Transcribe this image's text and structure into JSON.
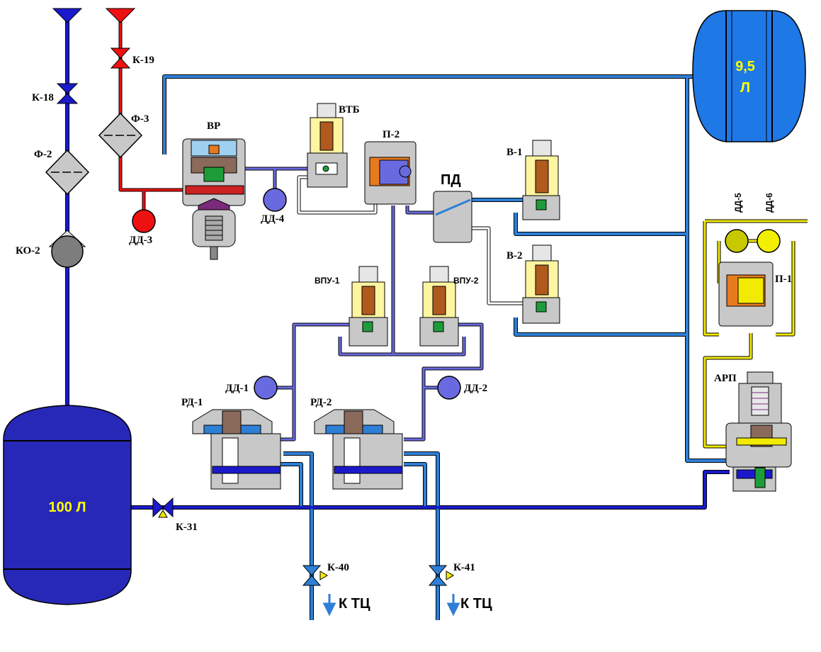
{
  "labels": {
    "k18": "К-18",
    "k19": "К-19",
    "f2": "Ф-2",
    "f3": "Ф-3",
    "ko2": "КО-2",
    "vr": "ВР",
    "dd3": "ДД-3",
    "dd4": "ДД-4",
    "vtb": "ВТБ",
    "p2": "П-2",
    "pd": "ПД",
    "v1": "В-1",
    "v2": "В-2",
    "vpu1": "ВПУ-1",
    "vpu2": "ВПУ-2",
    "dd1": "ДД-1",
    "dd2": "ДД-2",
    "rd1": "РД-1",
    "rd2": "РД-2",
    "dd5": "ДД-5",
    "dd6": "ДД-6",
    "p1": "П-1",
    "arp": "АРП",
    "k31": "К-31",
    "k40": "К-40",
    "k41": "К-41",
    "ktc1": "К ТЦ",
    "ktc2": "К ТЦ"
  },
  "tanks": {
    "main": "100 Л",
    "small_line1": "9,5",
    "small_line2": "Л"
  },
  "colors": {
    "supply_blue": "#1a1acc",
    "supply_red": "#ee1111",
    "line_light_blue": "#2e7fd6",
    "line_violet": "#5555cc",
    "line_yellow": "#e8e000",
    "tank_main": "#2828b8",
    "tank_small": "#1e78e6",
    "body_gray": "#c8c8c8"
  }
}
